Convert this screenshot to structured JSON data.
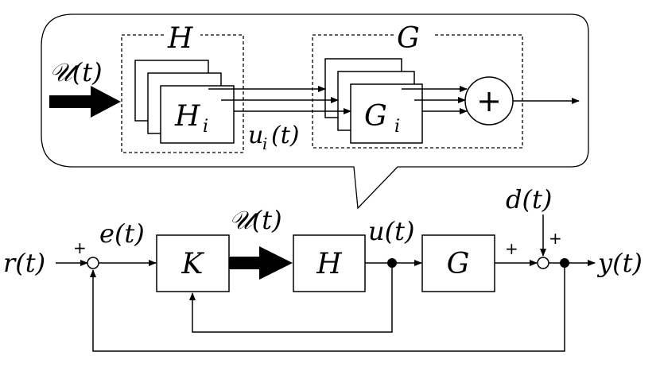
{
  "labels": {
    "callout_input": "𝒰(t)",
    "block_H_group": "H",
    "block_G_group": "G",
    "block_Hi": "H",
    "block_Hi_sub": "i",
    "block_Gi": "G",
    "block_Gi_sub": "i",
    "signal_ui": "u",
    "signal_ui_sub": "i",
    "signal_ui_arg": "(t)",
    "summer_plus": "+",
    "ref": "r(t)",
    "error": "e(t)",
    "block_K": "K",
    "main_input": "𝒰(t)",
    "block_H": "H",
    "control": "u(t)",
    "block_G": "G",
    "disturbance": "d(t)",
    "output": "y(t)",
    "sign_ref": "+",
    "sign_plant": "+",
    "sign_dist": "+"
  }
}
